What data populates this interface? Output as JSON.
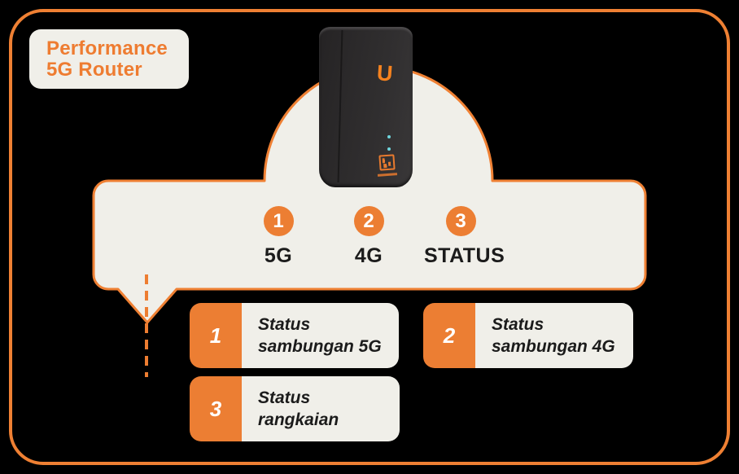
{
  "colors": {
    "orange": "#EC7E33",
    "orange_border": "#EF8033",
    "cream": "#F0EFE9",
    "background": "#000000",
    "router_body": "#2D2B2C",
    "led_cyan": "#6FD6DE",
    "text_dark": "#1B1B1B"
  },
  "title": {
    "text": "Performance\n5G Router"
  },
  "router": {
    "logo_glyph": "U"
  },
  "indicators": [
    {
      "num": "1",
      "label": "5G"
    },
    {
      "num": "2",
      "label": "4G"
    },
    {
      "num": "3",
      "label": "STATUS"
    }
  ],
  "legend": [
    {
      "num": "1",
      "text": "Status\nsambungan 5G"
    },
    {
      "num": "2",
      "text": "Status\nsambungan 4G"
    },
    {
      "num": "3",
      "text": "Status\nrangkaian"
    }
  ]
}
